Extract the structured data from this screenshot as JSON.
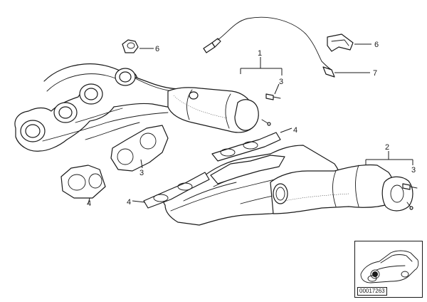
{
  "diagram": {
    "callouts": {
      "c1": "1",
      "c2": "2",
      "c3a": "3",
      "c3b": "3",
      "c3c": "3",
      "c4a": "4",
      "c4b": "4",
      "c4c": "4",
      "c6a": "6",
      "c6b": "6",
      "c7": "7"
    },
    "catalog_code": "00017263"
  }
}
